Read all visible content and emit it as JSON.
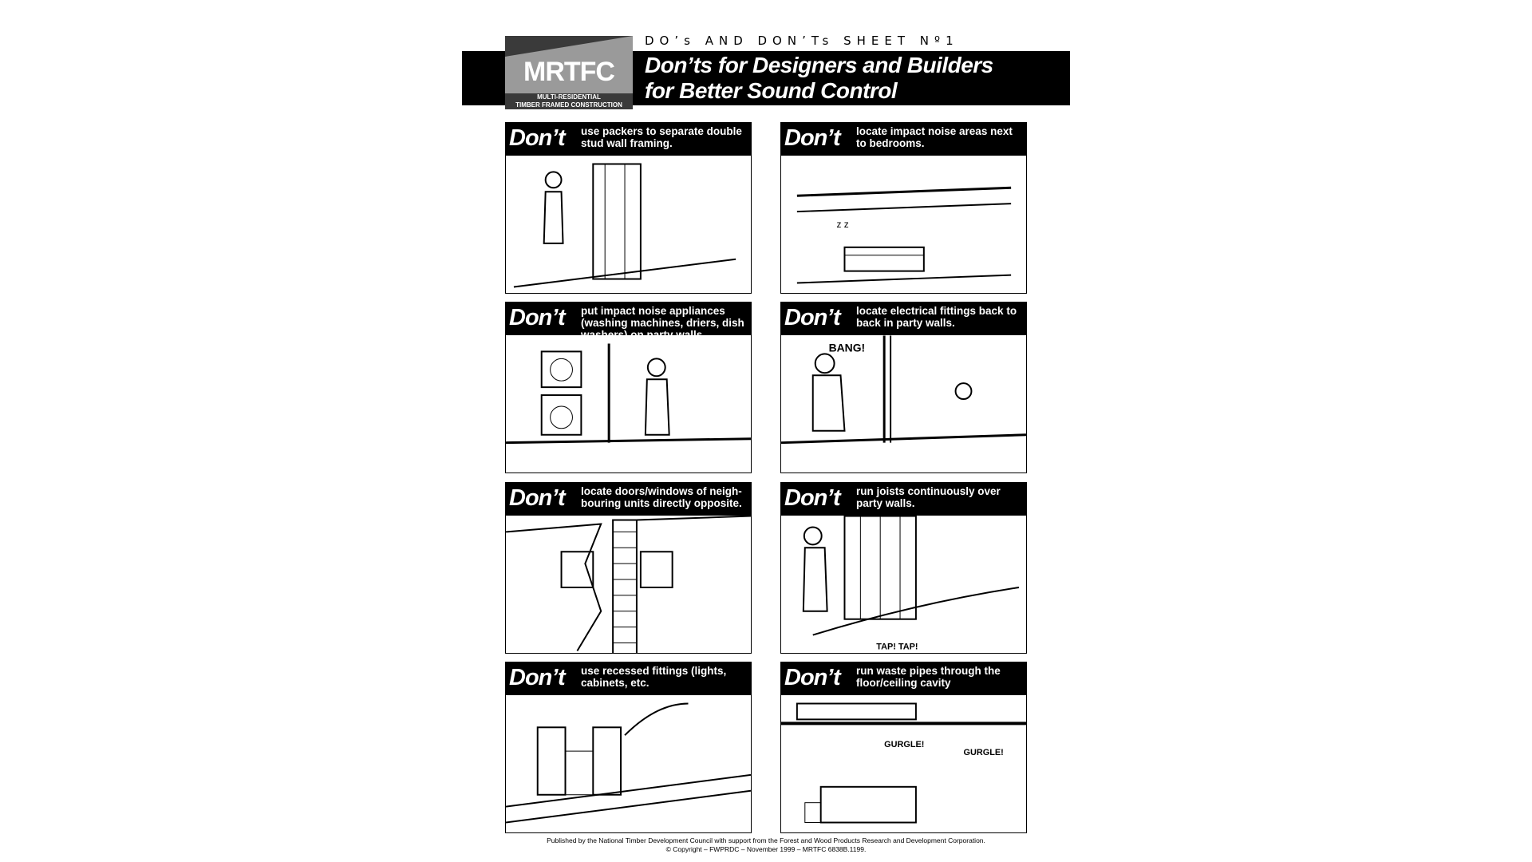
{
  "header": {
    "sheet_label": "DO’s AND DON’Ts SHEET Nº1",
    "title_line1": "Don’ts for Designers and Builders",
    "title_line2": "for Better Sound Control",
    "logo": {
      "mark": "MRTFC",
      "sub_line1": "MULTI-RESIDENTIAL",
      "sub_line2": "TIMBER FRAMED CONSTRUCTION"
    }
  },
  "panels": [
    {
      "dont": "Don’t",
      "caption": "use packers to separate double stud wall framing."
    },
    {
      "dont": "Don’t",
      "caption": "locate impact noise areas next to bedrooms."
    },
    {
      "dont": "Don’t",
      "caption": "put impact noise appliances (washing machines, driers, dish washers) on party walls."
    },
    {
      "dont": "Don’t",
      "caption": "locate electrical fittings back to back in party walls."
    },
    {
      "dont": "Don’t",
      "caption": "locate doors/windows of neigh-bouring units directly opposite."
    },
    {
      "dont": "Don’t",
      "caption": "run joists continuously over party walls."
    },
    {
      "dont": "Don’t",
      "caption": "use recessed fittings (lights, cabinets, etc."
    },
    {
      "dont": "Don’t",
      "caption": "run waste pipes through the floor/ceiling cavity"
    }
  ],
  "footer": {
    "line1": "Published by the National Timber Development Council with support from the Forest and Wood Products Research and Development Corporation.",
    "line2": "© Copyright – FWPRDC – November 1999 – MRTFC 6838B.1199."
  }
}
